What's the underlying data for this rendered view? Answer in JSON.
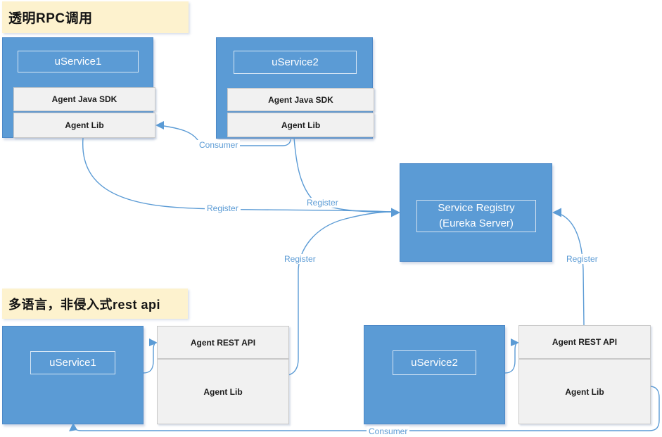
{
  "titles": {
    "rpc": "透明RPC调用",
    "rest": "多语言，非侵入式rest api"
  },
  "services": {
    "top1": {
      "name": "uService1",
      "sdk": "Agent Java SDK",
      "lib": "Agent Lib"
    },
    "top2": {
      "name": "uService2",
      "sdk": "Agent Java SDK",
      "lib": "Agent Lib"
    },
    "bottom1": {
      "name": "uService1",
      "api": "Agent REST API",
      "lib": "Agent Lib"
    },
    "bottom2": {
      "name": "uService2",
      "api": "Agent REST API",
      "lib": "Agent Lib"
    }
  },
  "registry": {
    "line1": "Service Registry",
    "line2": "(Eureka Server)"
  },
  "edge_labels": {
    "register": "Register",
    "consumer": "Consumer"
  },
  "colors": {
    "node_blue": "#5b9bd5",
    "note_yellow": "#fdf2ce",
    "layer_gray": "#f1f1f1",
    "line_blue": "#5b9bd5"
  }
}
